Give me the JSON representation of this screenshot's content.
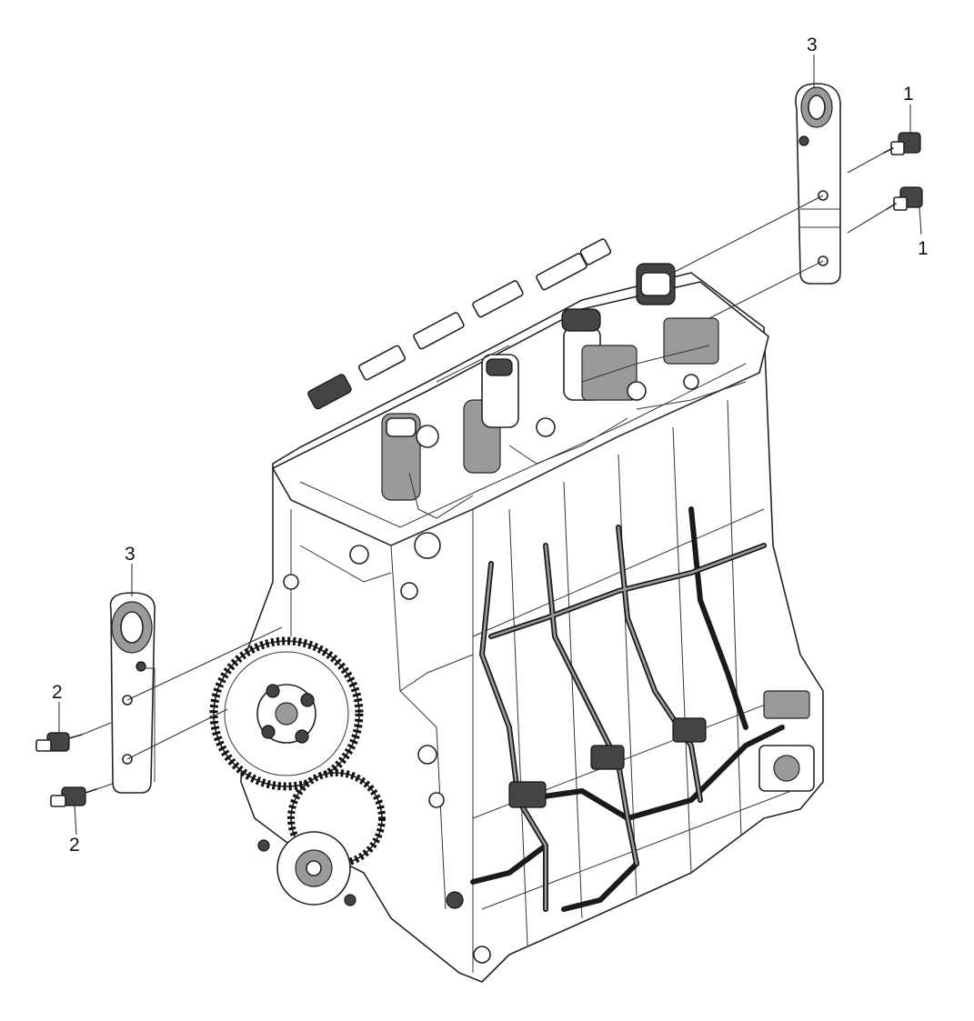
{
  "callouts": [
    {
      "id": "callout-3-top",
      "label": "3"
    },
    {
      "id": "callout-1-upper",
      "label": "1"
    },
    {
      "id": "callout-1-lower",
      "label": "1"
    },
    {
      "id": "callout-3-left",
      "label": "3"
    },
    {
      "id": "callout-2-upper",
      "label": "2"
    },
    {
      "id": "callout-2-lower",
      "label": "2"
    }
  ],
  "parts": {
    "part_1": {
      "name": "bolt",
      "icon": "bolt-icon"
    },
    "part_2": {
      "name": "stud",
      "icon": "stud-icon"
    },
    "part_3": {
      "name": "lifting-bracket",
      "icon": "lifting-eye-icon"
    }
  },
  "colors": {
    "ink": "#222222",
    "shade": "#9a9a9a",
    "background": "#ffffff"
  }
}
